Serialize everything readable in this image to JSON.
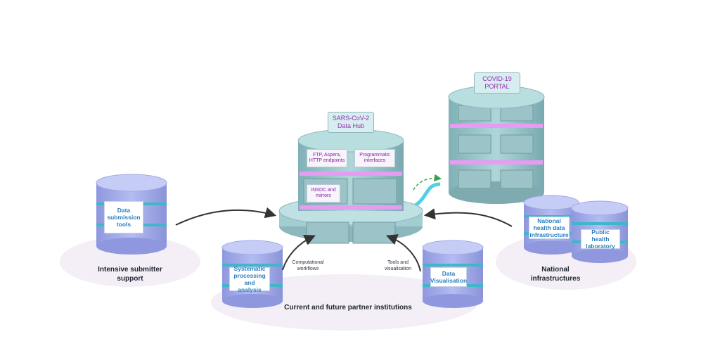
{
  "hub": {
    "sign": "SARS-CoV-2\nData Hub",
    "cards": [
      "FTP, Aspera,\nHTTP endpoints",
      "Programmatic\ninterfaces",
      "INSDC and\nmirrors"
    ]
  },
  "portal": {
    "sign": "COVID-19\nPORTAL"
  },
  "left_db": {
    "card": "Data\nsubmission\ntools",
    "caption": "Intensive submitter\nsupport"
  },
  "partners": {
    "db1": "Systematic\nprocessing and\nanalysis",
    "db2": "Data\nVisualisation",
    "arrow1_label": "Computational\nworkflows",
    "arrow2_label": "Tools and\nvisualisation",
    "caption": "Current and future partner institutions"
  },
  "national": {
    "db1": "National\nhealth data\ninfrastructure",
    "db2": "Public health\nlaboratory",
    "caption": "National\ninfrastructures"
  },
  "colors": {
    "db_body": "#aab3ec",
    "db_top": "#c5cdf6",
    "db_band": "#3fb7c8",
    "hub_body": "#9cc7cb",
    "hub_top": "#b8dee0",
    "glow": "#e59cf2",
    "arrow": "#3a3a3a",
    "ellipse": "#f4eef6",
    "link": "#4fd0e4",
    "link_arrow": "#3aa34a"
  },
  "icons": {
    "arrows": "curved-arrow",
    "link": "dashed-link-arrow"
  }
}
